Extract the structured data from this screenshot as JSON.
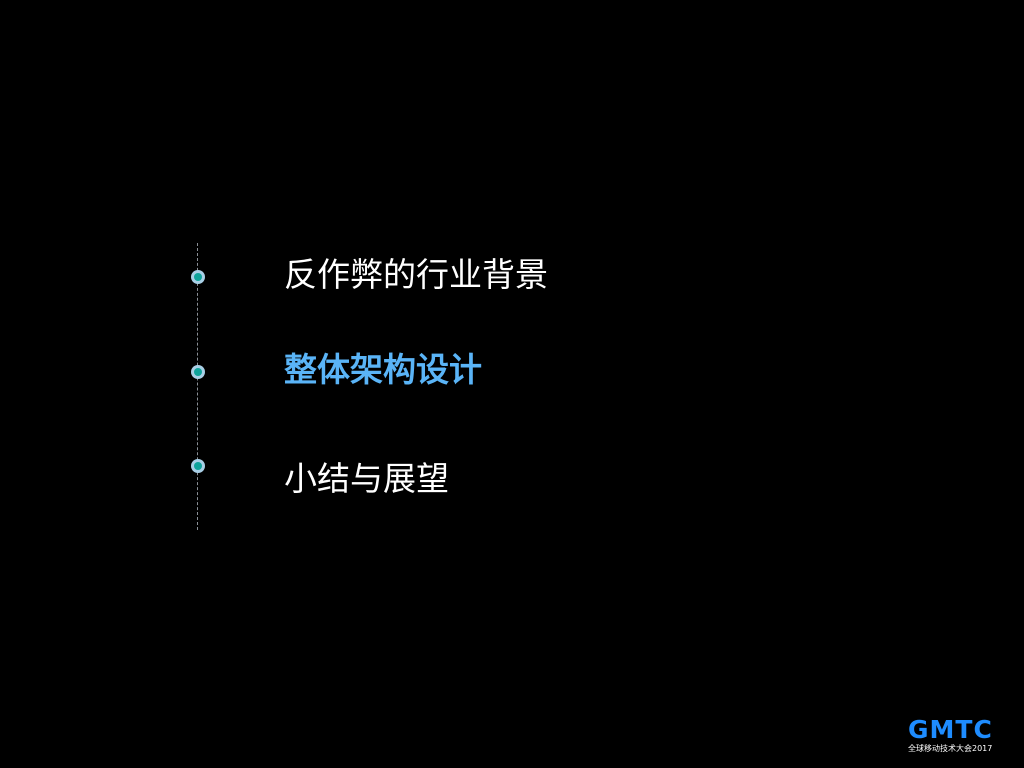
{
  "slide": {
    "type": "agenda",
    "items": [
      {
        "label": "反作弊的行业背景",
        "active": false
      },
      {
        "label": "整体架构设计",
        "active": true
      },
      {
        "label": "小结与展望",
        "active": false
      }
    ]
  },
  "colors": {
    "background": "#000000",
    "text": "#ffffff",
    "active_text": "#5ab4f7",
    "node_outer": "#a9cfe6",
    "node_inner": "#0fa39b",
    "timeline": "#8a8f96",
    "logo": "#1e8cff"
  },
  "logo": {
    "mark": "GMTC",
    "subtitle": "全球移动技术大会2017"
  }
}
